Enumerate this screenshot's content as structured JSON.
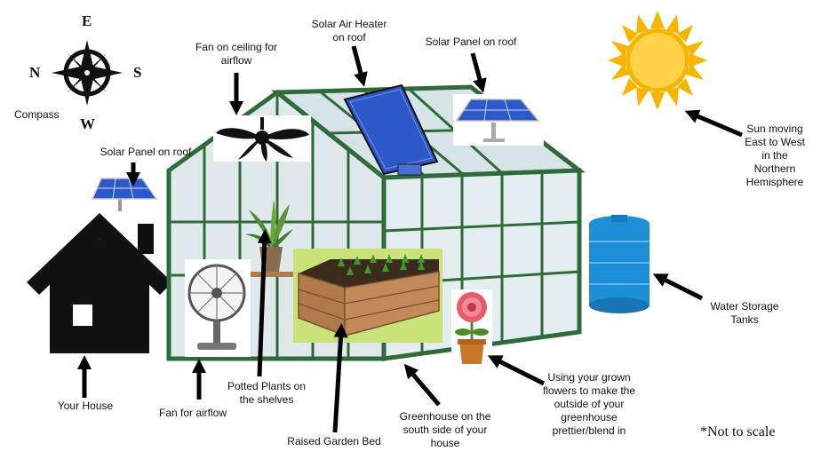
{
  "compass": {
    "label": "Compass",
    "directions": {
      "top": "E",
      "left": "N",
      "right": "S",
      "bottom": "W"
    }
  },
  "labels": {
    "fan_ceiling": "Fan on ceiling for\nairflow",
    "solar_air_heater": "Solar Air Heater\non roof",
    "solar_panel_greenhouse": "Solar Panel on roof",
    "solar_panel_house": "Solar Panel on roof",
    "sun": "Sun moving\nEast to West\nin the\nNorthern\nHemisphere",
    "water_tanks": "Water Storage\nTanks",
    "your_house": "Your House",
    "fan_airflow": "Fan for airflow",
    "potted_plants": "Potted Plants on\nthe shelves",
    "raised_bed": "Raised Garden Bed",
    "greenhouse": "Greenhouse on the\nsouth side of your\nhouse",
    "flowers": "Using your grown\nflowers to make the\noutside of your\ngreenhouse\nprettier/blend in"
  },
  "note": "*Not to scale",
  "colors": {
    "frame": "#2f6b3a",
    "glass": "#dfe9ec",
    "house": "#111111",
    "sun": "#f7b500",
    "sun_core": "#ffd24a",
    "tank": "#1c8fd6",
    "panel": "#2d58c8",
    "soil_bed": "#c9e27a",
    "wood": "#b07a4a",
    "flower": "#e85b6a",
    "plant": "#4e8b2e"
  },
  "icons": [
    "compass-icon",
    "sun-icon",
    "house-icon",
    "greenhouse-icon",
    "ceiling-fan-icon",
    "solar-panel-icon",
    "solar-air-heater-icon",
    "standing-fan-icon",
    "potted-plant-icon",
    "raised-bed-icon",
    "water-tank-icon",
    "flower-pot-icon",
    "arrow-icon"
  ]
}
